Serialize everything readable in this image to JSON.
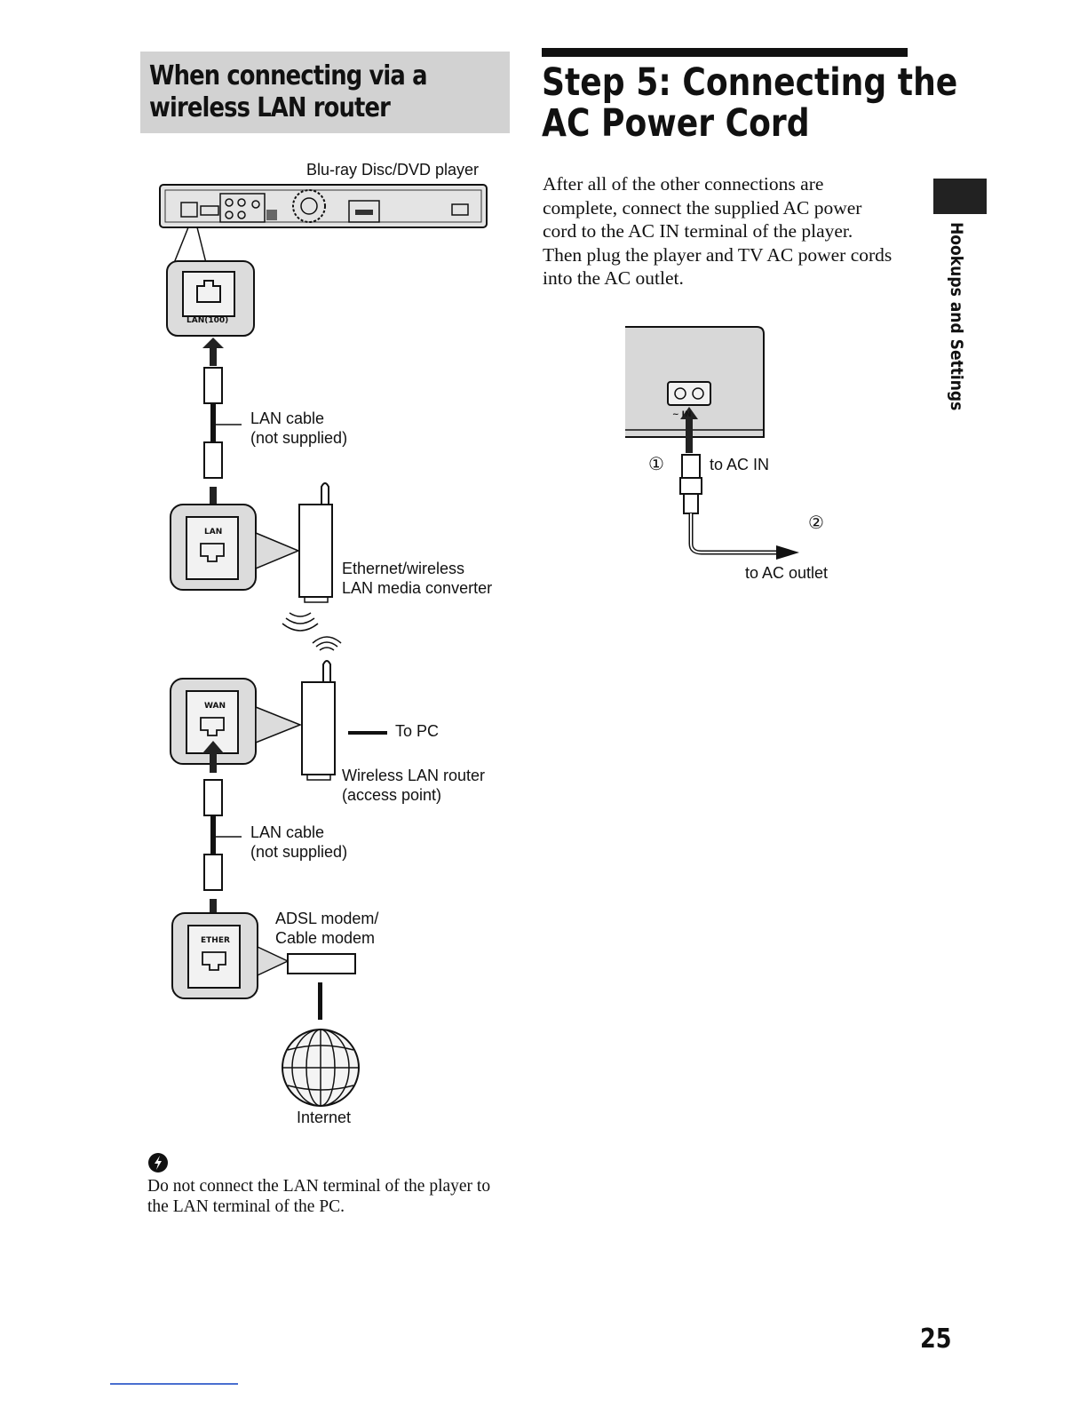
{
  "left_section": {
    "heading_line1": "When connecting via a",
    "heading_line2": "wireless LAN router"
  },
  "diagram_network": {
    "player_label": "Blu-ray Disc/DVD player",
    "player_port_label": "LAN(100)",
    "cable1_label_line1": "LAN cable",
    "cable1_label_line2": "(not supplied)",
    "converter_port_label": "LAN",
    "converter_label_line1": "Ethernet/wireless",
    "converter_label_line2": "LAN media converter",
    "router_port_label": "WAN",
    "to_pc_label": "To PC",
    "router_label_line1": "Wireless LAN router",
    "router_label_line2": "(access point)",
    "cable2_label_line1": "LAN cable",
    "cable2_label_line2": "(not supplied)",
    "modem_port_label": "ETHER",
    "modem_label_line1": "ADSL modem/",
    "modem_label_line2": "Cable modem",
    "internet_label": "Internet"
  },
  "note": {
    "icon": "caution-icon",
    "text_line1": "Do not connect the LAN terminal of the player to",
    "text_line2": "the LAN terminal of the PC."
  },
  "step5": {
    "title_line1": "Step 5: Connecting the",
    "title_line2": "AC Power Cord",
    "paragraph_lines": [
      "After all of the other connections are",
      "complete, connect the supplied AC power",
      "cord to the AC IN terminal of the player.",
      "Then plug the player and TV AC power cords",
      "into the AC outlet."
    ]
  },
  "diagram_power": {
    "terminal_label": "~ IN",
    "step1_marker": "①",
    "to_ac_in_label": "to AC IN",
    "step2_marker": "②",
    "to_ac_outlet_label": "to AC outlet"
  },
  "side_tab": "Hookups and Settings",
  "page_number": "25"
}
